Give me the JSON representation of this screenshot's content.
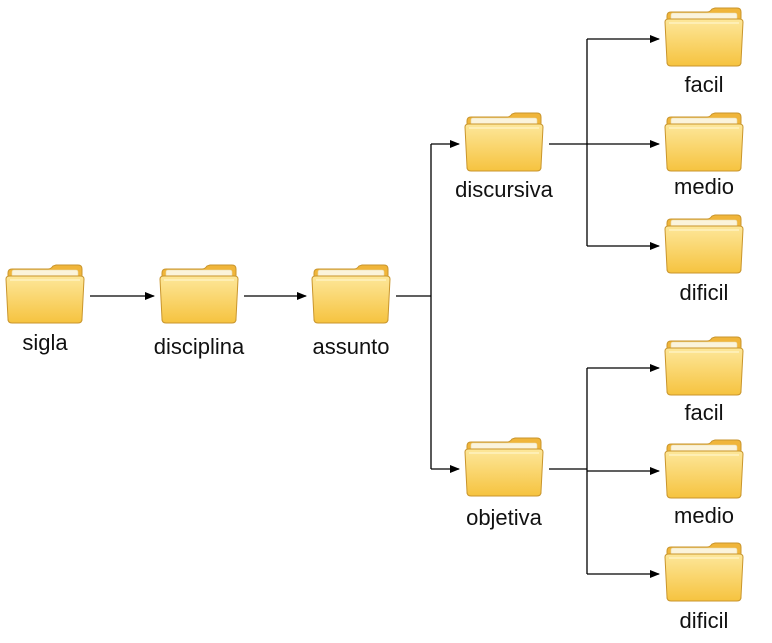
{
  "colors": {
    "folder_back": "#f0b53a",
    "folder_front_top": "#fde79a",
    "folder_front_bottom": "#f6c33f",
    "folder_edge": "#c9952c",
    "connector": "#000000",
    "text": "#111111"
  },
  "nodes": {
    "sigla": {
      "label": "sigla",
      "icon": "folder-icon"
    },
    "disciplina": {
      "label": "disciplina",
      "icon": "folder-icon"
    },
    "assunto": {
      "label": "assunto",
      "icon": "folder-icon"
    },
    "discursiva": {
      "label": "discursiva",
      "icon": "folder-icon"
    },
    "objetiva": {
      "label": "objetiva",
      "icon": "folder-icon"
    },
    "disc_facil": {
      "label": "facil",
      "icon": "folder-icon"
    },
    "disc_medio": {
      "label": "medio",
      "icon": "folder-icon"
    },
    "disc_dificil": {
      "label": "dificil",
      "icon": "folder-icon"
    },
    "obj_facil": {
      "label": "facil",
      "icon": "folder-icon"
    },
    "obj_medio": {
      "label": "medio",
      "icon": "folder-icon"
    },
    "obj_dificil": {
      "label": "dificil",
      "icon": "folder-icon"
    }
  },
  "edges": [
    {
      "from": "sigla",
      "to": "disciplina"
    },
    {
      "from": "disciplina",
      "to": "assunto"
    },
    {
      "from": "assunto",
      "to": "discursiva"
    },
    {
      "from": "assunto",
      "to": "objetiva"
    },
    {
      "from": "discursiva",
      "to": "disc_facil"
    },
    {
      "from": "discursiva",
      "to": "disc_medio"
    },
    {
      "from": "discursiva",
      "to": "disc_dificil"
    },
    {
      "from": "objetiva",
      "to": "obj_facil"
    },
    {
      "from": "objetiva",
      "to": "obj_medio"
    },
    {
      "from": "objetiva",
      "to": "obj_dificil"
    }
  ]
}
